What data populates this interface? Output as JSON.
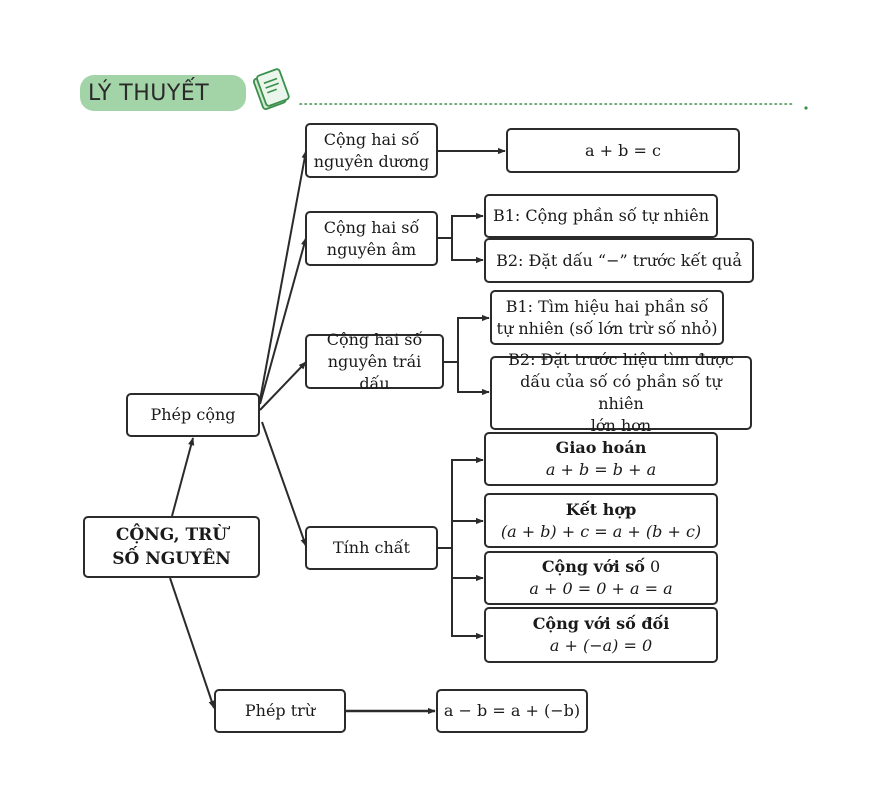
{
  "header": {
    "title": "LÝ THUYẾT",
    "accent_color": "#a3d4a8",
    "dot_color": "#3a8f4a",
    "icon": "book-icon"
  },
  "diagram": {
    "root": {
      "line1": "CỘNG, TRỪ",
      "line2": "SỐ NGUYÊN"
    },
    "addition": {
      "label": "Phép cộng",
      "positive": {
        "line1": "Cộng hai số",
        "line2": "nguyên dương",
        "result": "a + b = c"
      },
      "negative": {
        "line1": "Cộng hai số",
        "line2": "nguyên âm",
        "step1": "B1: Cộng phần số tự nhiên",
        "step2": "B2: Đặt dấu “−” trước kết quả"
      },
      "opposite_signs": {
        "line1": "Cộng hai số",
        "line2": "nguyên trái dấu",
        "step1_line1": "B1: Tìm hiệu hai phần số",
        "step1_line2": "tự nhiên (số lớn trừ số nhỏ)",
        "step2_line1": "B2: Đặt trước hiệu tìm được",
        "step2_line2": "dấu của số có phần số tự nhiên",
        "step2_line3": "lớn hơn"
      },
      "properties": {
        "label": "Tính chất",
        "items": [
          {
            "name": "Giao hoán",
            "formula": "a + b = b + a"
          },
          {
            "name": "Kết hợp",
            "formula": "(a + b) + c = a + (b + c)"
          },
          {
            "name": "Cộng với số",
            "name_suffix": "0",
            "formula": "a + 0 = 0 + a = a"
          },
          {
            "name": "Cộng với số đối",
            "formula": "a + (−a) = 0"
          }
        ]
      }
    },
    "subtraction": {
      "label": "Phép trừ",
      "formula": "a − b = a + (−b)"
    }
  }
}
